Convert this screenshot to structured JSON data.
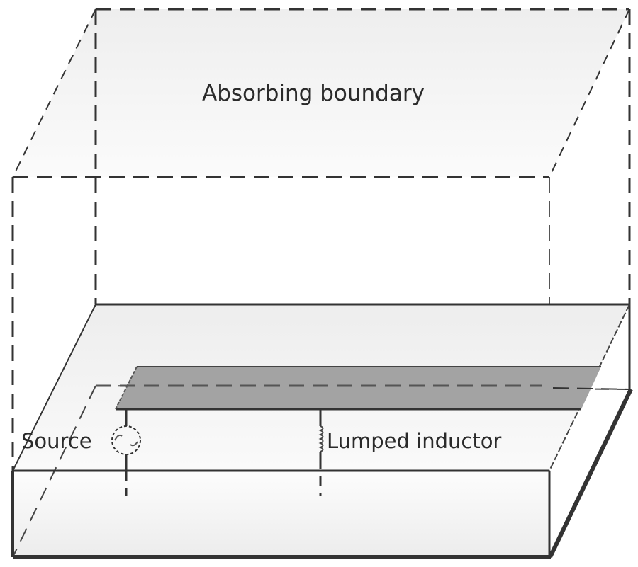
{
  "diagram": {
    "labels": {
      "absorbing_boundary": "Absorbing boundary",
      "source": "Source",
      "lumped_inductor": "Lumped inductor"
    },
    "components": [
      {
        "name": "absorbing-boundary-box",
        "style": "dashed"
      },
      {
        "name": "substrate",
        "style": "solid"
      },
      {
        "name": "microstrip-line",
        "style": "filled"
      },
      {
        "name": "source",
        "symbol": "ac-source-icon"
      },
      {
        "name": "lumped-inductor",
        "symbol": "inductor-coil-icon"
      }
    ],
    "colors": {
      "line": "#333333",
      "strip_fill": "#a3a3a3",
      "face_light": "#f0f0f0",
      "face_white": "#fbfbfb"
    }
  }
}
